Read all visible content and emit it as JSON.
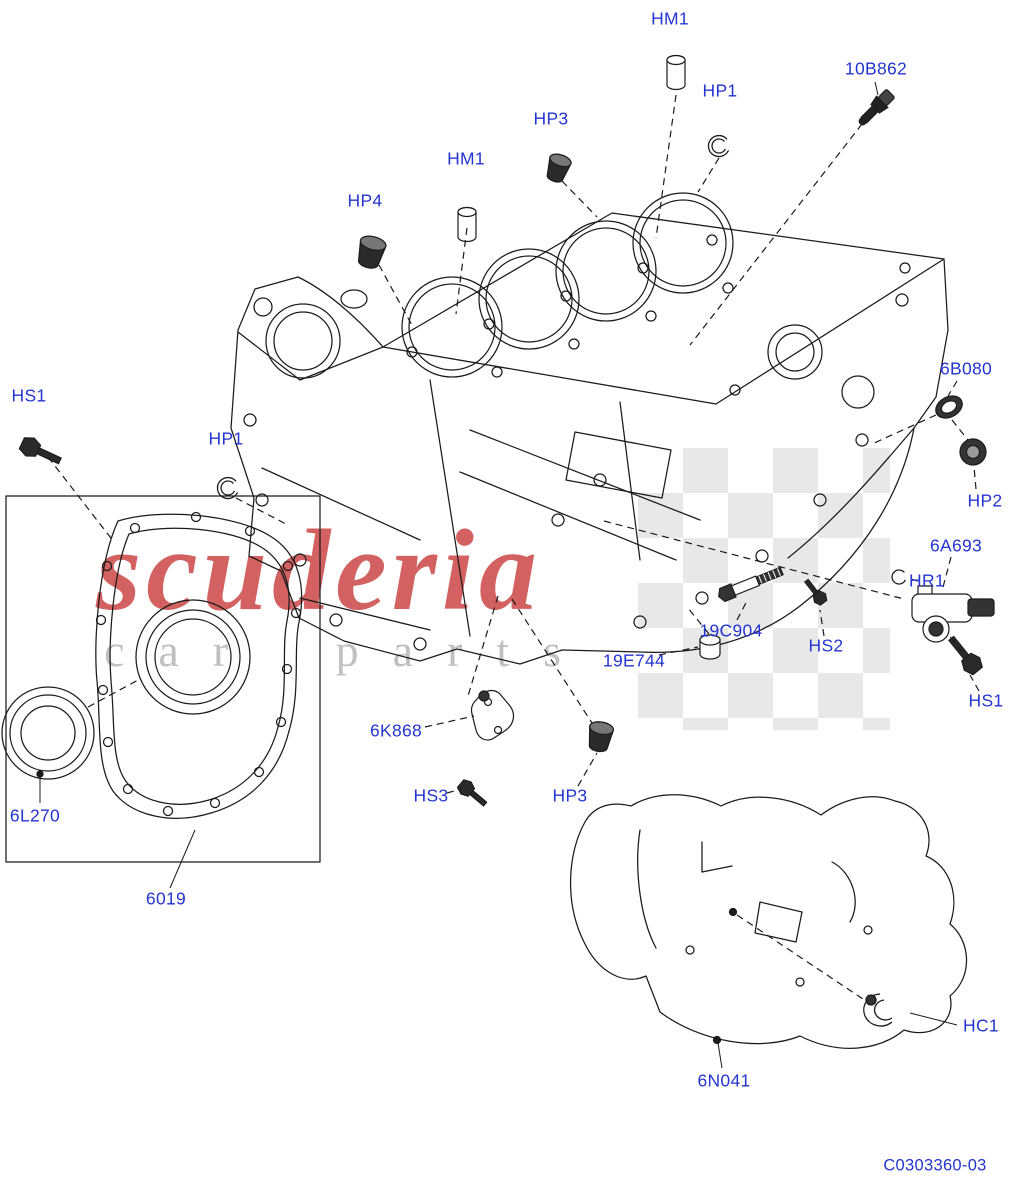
{
  "colors": {
    "label_blue": "#2435d1",
    "line_black": "#1b1b1b",
    "watermark_red": "#c93e3e",
    "watermark_gray": "#8c8c8c"
  },
  "watermark": {
    "line1": "scuderia",
    "line2": "car parts"
  },
  "drawing_number": "C0303360-03",
  "labels": [
    {
      "key": "hm1-top",
      "text": "HM1"
    },
    {
      "key": "10b862",
      "text": "10B862"
    },
    {
      "key": "hp1-top",
      "text": "HP1"
    },
    {
      "key": "hp3-top",
      "text": "HP3"
    },
    {
      "key": "hm1-mid",
      "text": "HM1"
    },
    {
      "key": "hp4",
      "text": "HP4"
    },
    {
      "key": "6b080",
      "text": "6B080"
    },
    {
      "key": "hs1-left",
      "text": "HS1"
    },
    {
      "key": "hp1-left",
      "text": "HP1"
    },
    {
      "key": "hp2",
      "text": "HP2"
    },
    {
      "key": "6a693",
      "text": "6A693"
    },
    {
      "key": "hr1",
      "text": "HR1"
    },
    {
      "key": "19c904",
      "text": "19C904"
    },
    {
      "key": "hs2",
      "text": "HS2"
    },
    {
      "key": "19e744",
      "text": "19E744"
    },
    {
      "key": "hs1-right",
      "text": "HS1"
    },
    {
      "key": "6k868",
      "text": "6K868"
    },
    {
      "key": "hs3",
      "text": "HS3"
    },
    {
      "key": "hp3-bottom",
      "text": "HP3"
    },
    {
      "key": "6l270",
      "text": "6L270"
    },
    {
      "key": "6019",
      "text": "6019"
    },
    {
      "key": "hc1",
      "text": "HC1"
    },
    {
      "key": "6n041",
      "text": "6N041"
    }
  ]
}
